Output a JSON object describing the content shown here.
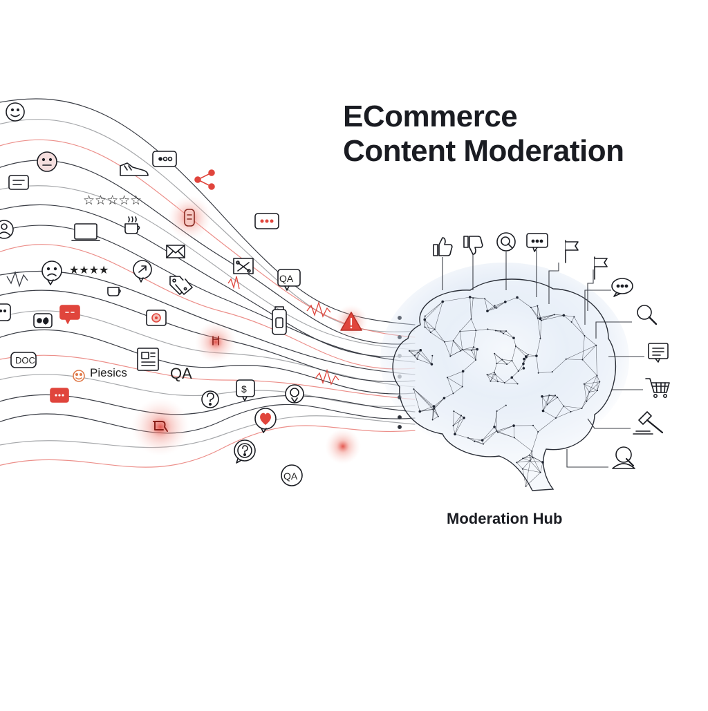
{
  "title": {
    "line1": "ECommerce",
    "line2": "Content Moderation"
  },
  "hub_label": "Moderation Hub",
  "stream_labels": {
    "pieics": "Piesics",
    "qa_large": "QA",
    "qa_small_1": "QA",
    "qa_small_2": "QA",
    "doc": "DOC",
    "dollar": "$"
  },
  "stars": {
    "outline": "☆☆☆☆☆",
    "filled": "★★★★"
  },
  "icons": {
    "incoming": [
      "smile-icon",
      "neutral-face-icon",
      "chat-card-icon",
      "user-icon",
      "sad-face-icon",
      "shoe-icon",
      "comment-dots-icon",
      "share-icon",
      "laptop-icon",
      "coffee-cup-icon",
      "email-icon",
      "price-tag-icon",
      "warning-icon",
      "flag-icon",
      "question-icon",
      "heart-comment-icon",
      "can-icon"
    ],
    "outgoing": [
      "thumbs-up-icon",
      "thumbs-down-icon",
      "search-icon",
      "comment-dots-icon",
      "flag-icon",
      "flag-icon",
      "speech-bubble-icon",
      "magnifier-icon",
      "document-icon",
      "shopping-cart-icon",
      "gavel-icon",
      "reviewer-icon"
    ]
  },
  "colors": {
    "accent": "#e0453c",
    "ink": "#1a1c22",
    "line": "#3a3d45",
    "brain": "#7f95b8"
  }
}
